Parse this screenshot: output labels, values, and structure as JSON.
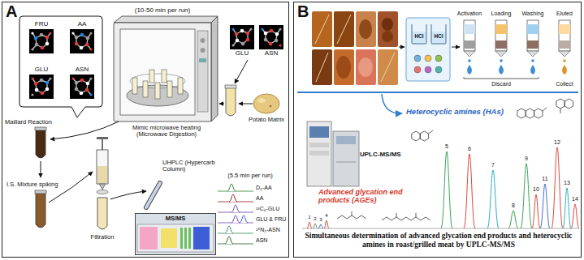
{
  "diagram": {
    "nodes": [
      {
        "text": [
          "A"
        ]
      },
      {
        "text": [
          "FRU"
        ],
        "in": 0
      },
      {
        "text": [
          "AA"
        ],
        "in": 0
      },
      {
        "text": [
          "GLU"
        ],
        "in": 0
      },
      {
        "text": [
          "ASN"
        ],
        "in": 0
      },
      {
        "text": [
          "GLU"
        ],
        "in": 0
      },
      {
        "text": [
          "ASN"
        ],
        "in": 0
      },
      {
        "text": [
          "MS/MS"
        ],
        "in": 0
      },
      {
        "text": [
          "B"
        ]
      },
      {
        "text": [
          "HCl"
        ],
        "in": 8
      },
      {
        "text": [
          "HCl"
        ],
        "in": 8
      }
    ],
    "labels": [
      "(10-50 min per run)",
      "Maillard Reaction",
      "Mimic microwave heating (Microwave Digestion)",
      "Potato Matrix",
      "I.S. Mixture spiking",
      "UHPLC (Hypercarb Column)",
      "Filtration",
      "(5.5 min per run)",
      "D₃-AA",
      "AA",
      "¹³C₆-GLU",
      "GLU & FRU",
      "¹⁵N₂-ASN",
      "ASN",
      "Activation",
      "Loading",
      "Washing",
      "Eluted",
      "Discard",
      "Collect",
      "Heterocyclic amines (HAs)",
      "UPLC-MS/MS",
      "Advanced glycation end products (AGEs)",
      "1",
      "2",
      "3",
      "4",
      "5",
      "6",
      "7",
      "8",
      "9",
      "10",
      "11",
      "12",
      "13",
      "14",
      "Simultaneous determination of advanced glycation end products and heterocyclic amines in roast/grilled meat by UPLC-MS/MS"
    ]
  }
}
